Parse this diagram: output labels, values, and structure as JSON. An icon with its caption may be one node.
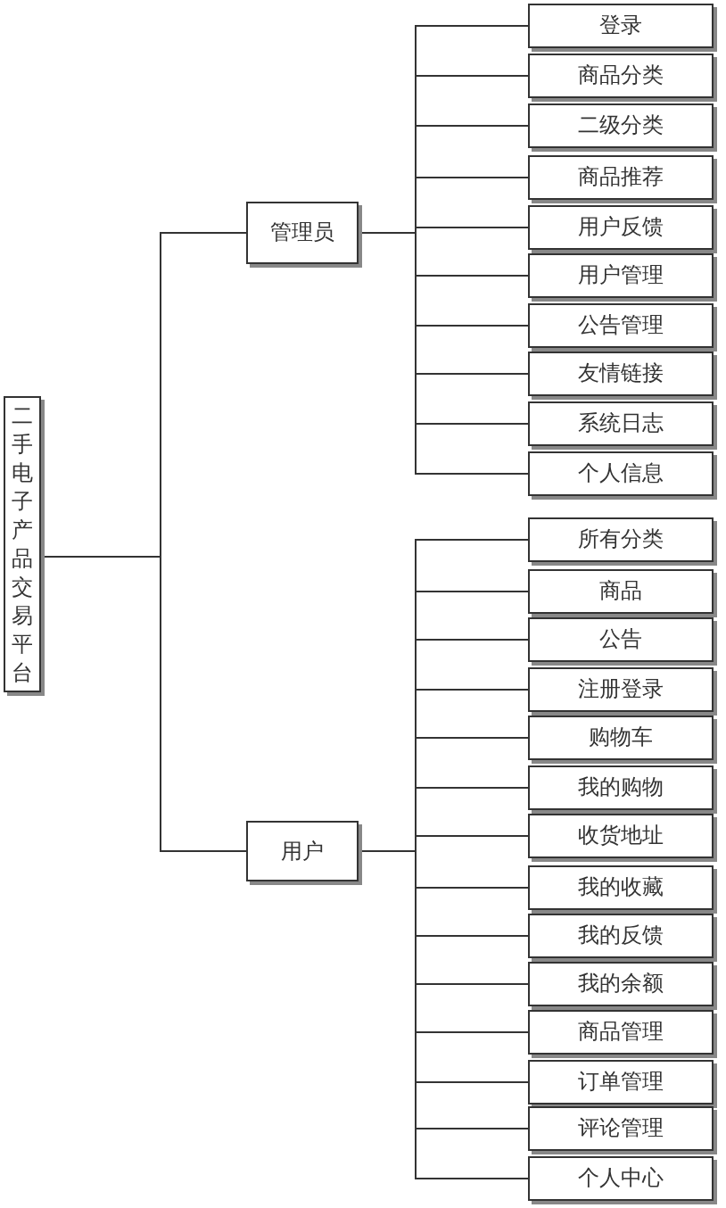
{
  "diagram": {
    "nodes": [
      {
        "text": [
          "二手电子产品交易平台"
        ]
      },
      {
        "text": [
          "管理员"
        ]
      },
      {
        "text": [
          "登录"
        ]
      },
      {
        "text": [
          "商品分类"
        ]
      },
      {
        "text": [
          "二级分类"
        ]
      },
      {
        "text": [
          "商品推荐"
        ]
      },
      {
        "text": [
          "用户反馈"
        ]
      },
      {
        "text": [
          "用户管理"
        ]
      },
      {
        "text": [
          "公告管理"
        ]
      },
      {
        "text": [
          "友情链接"
        ]
      },
      {
        "text": [
          "系统日志"
        ]
      },
      {
        "text": [
          "个人信息"
        ]
      },
      {
        "text": [
          "用户"
        ]
      },
      {
        "text": [
          "所有分类"
        ]
      },
      {
        "text": [
          "商品"
        ]
      },
      {
        "text": [
          "公告"
        ]
      },
      {
        "text": [
          "注册登录"
        ]
      },
      {
        "text": [
          "购物车"
        ]
      },
      {
        "text": [
          "我的购物"
        ]
      },
      {
        "text": [
          "收货地址"
        ]
      },
      {
        "text": [
          "我的收藏"
        ]
      },
      {
        "text": [
          "我的反馈"
        ]
      },
      {
        "text": [
          "我的余额"
        ]
      },
      {
        "text": [
          "商品管理"
        ]
      },
      {
        "text": [
          "订单管理"
        ]
      },
      {
        "text": [
          "评论管理"
        ]
      },
      {
        "text": [
          "个人中心"
        ]
      }
    ],
    "edges": [
      {
        "from": 0,
        "to": 1,
        "arrow": "none"
      },
      {
        "from": 0,
        "to": 12,
        "arrow": "none"
      },
      {
        "from": 1,
        "to": 2,
        "arrow": "none"
      },
      {
        "from": 1,
        "to": 3,
        "arrow": "none"
      },
      {
        "from": 1,
        "to": 4,
        "arrow": "none"
      },
      {
        "from": 1,
        "to": 5,
        "arrow": "none"
      },
      {
        "from": 1,
        "to": 6,
        "arrow": "none"
      },
      {
        "from": 1,
        "to": 7,
        "arrow": "none"
      },
      {
        "from": 1,
        "to": 8,
        "arrow": "none"
      },
      {
        "from": 1,
        "to": 9,
        "arrow": "none"
      },
      {
        "from": 1,
        "to": 10,
        "arrow": "none"
      },
      {
        "from": 1,
        "to": 11,
        "arrow": "none"
      },
      {
        "from": 12,
        "to": 13,
        "arrow": "none"
      },
      {
        "from": 12,
        "to": 14,
        "arrow": "none"
      },
      {
        "from": 12,
        "to": 15,
        "arrow": "none"
      },
      {
        "from": 12,
        "to": 16,
        "arrow": "none"
      },
      {
        "from": 12,
        "to": 17,
        "arrow": "none"
      },
      {
        "from": 12,
        "to": 18,
        "arrow": "none"
      },
      {
        "from": 12,
        "to": 19,
        "arrow": "none"
      },
      {
        "from": 12,
        "to": 20,
        "arrow": "none"
      },
      {
        "from": 12,
        "to": 21,
        "arrow": "none"
      },
      {
        "from": 12,
        "to": 22,
        "arrow": "none"
      },
      {
        "from": 12,
        "to": 23,
        "arrow": "none"
      },
      {
        "from": 12,
        "to": 24,
        "arrow": "none"
      },
      {
        "from": 12,
        "to": 25,
        "arrow": "none"
      },
      {
        "from": 12,
        "to": 26,
        "arrow": "none"
      }
    ]
  }
}
